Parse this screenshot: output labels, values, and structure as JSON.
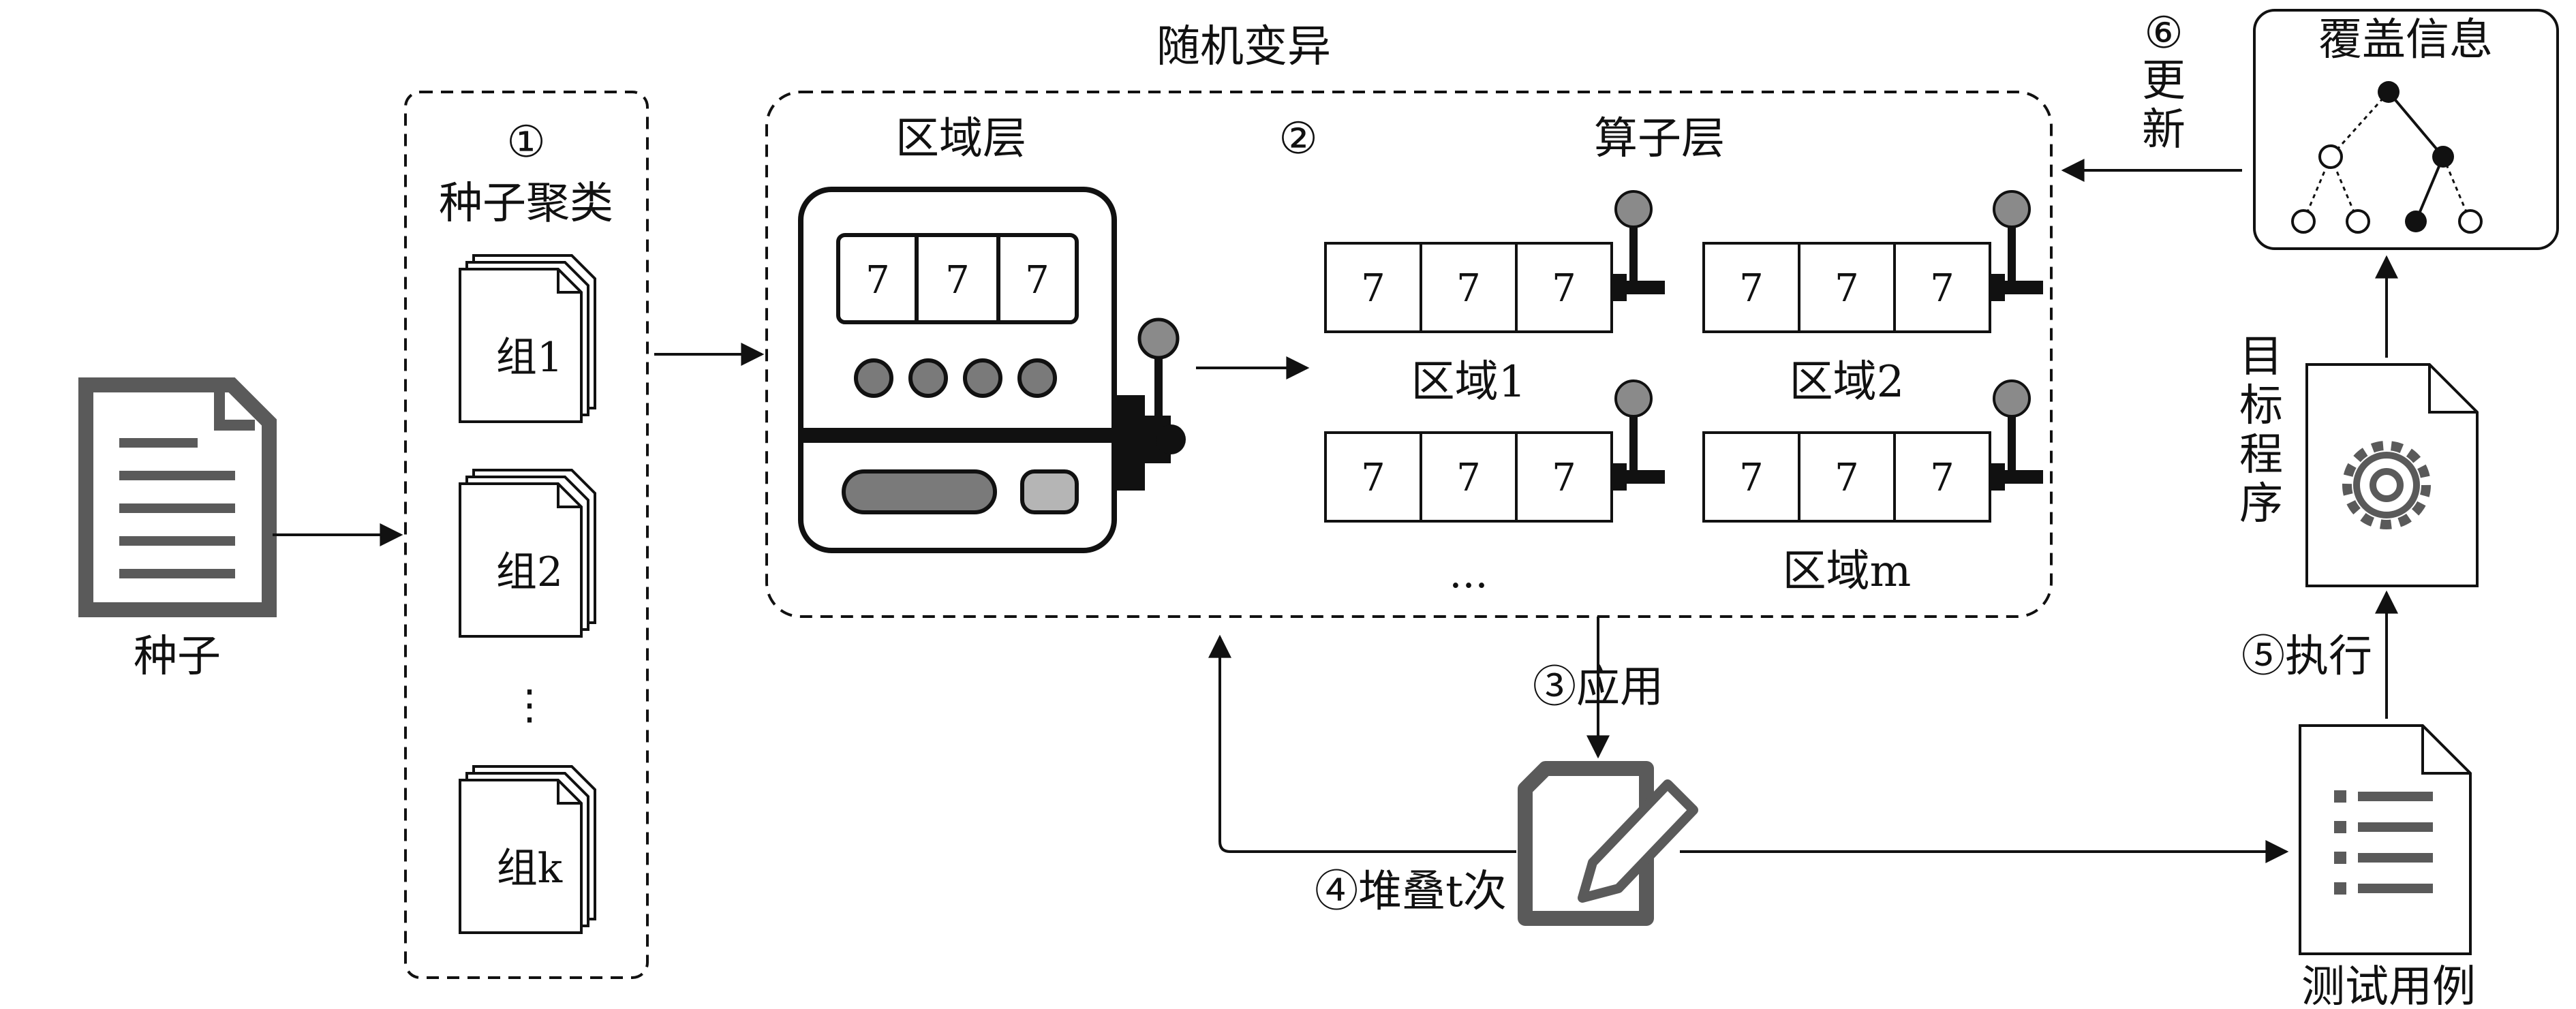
{
  "diagram": {
    "seed_label": "种子",
    "clustering": {
      "step": "①",
      "title": "种子聚类",
      "groups": [
        "组1",
        "组2",
        "组k"
      ],
      "ellipsis": "⋮"
    },
    "random_mutation": {
      "title": "随机变异",
      "region_layer": "区域层",
      "step": "②",
      "operator_layer": "算子层",
      "reel_digit": "7",
      "regions": [
        "区域1",
        "区域2",
        "区域m"
      ],
      "ellipsis": "..."
    },
    "coverage": {
      "title": "覆盖信息",
      "update_step": "⑥",
      "update_label": "更新"
    },
    "target_program": "目标程序",
    "execute": "⑤执行",
    "apply": "③应用",
    "stack": "④堆叠t次",
    "test_case": "测试用例",
    "colors": {
      "stroke": "#111111",
      "icon_gray": "#5a5a5a",
      "knob_gray": "#8a8a8a"
    },
    "icons": [
      "document-icon",
      "slot-machine-icon",
      "lever-icon",
      "pencil-edit-icon",
      "gear-icon",
      "list-file-icon",
      "tree-icon"
    ]
  }
}
